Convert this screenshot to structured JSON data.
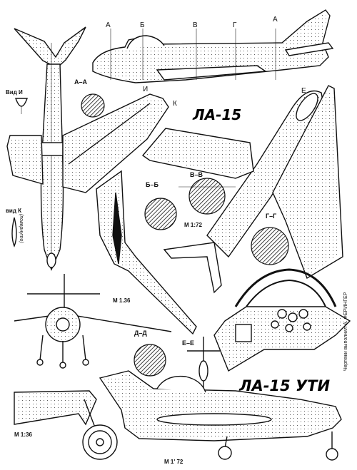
{
  "titles": {
    "main": "ЛА-15",
    "trainer": "ЛА-15 УТИ"
  },
  "credit": "Чертежи выполнил А. ФЕРИНГЕР",
  "section_marks": {
    "a_top": "А",
    "b_top": "Б",
    "v_top": "В",
    "g_top": "Г",
    "a2_top": "А",
    "i_mark": "И",
    "k_mark": "К",
    "e_mark": "Е",
    "aa": "А–А",
    "bb": "Б–Б",
    "vv": "В–В",
    "gg": "Г–Г",
    "dd": "Д–Д",
    "ee": "Е–Е"
  },
  "views": {
    "vid_i": "Вид И",
    "vid_k": "вид К",
    "vid_k_note": "(повернуто)"
  },
  "scales": {
    "s1": "М 1:72",
    "s2": "М 1.36",
    "s3": "М 1:36",
    "s4": "М 1' 72"
  }
}
